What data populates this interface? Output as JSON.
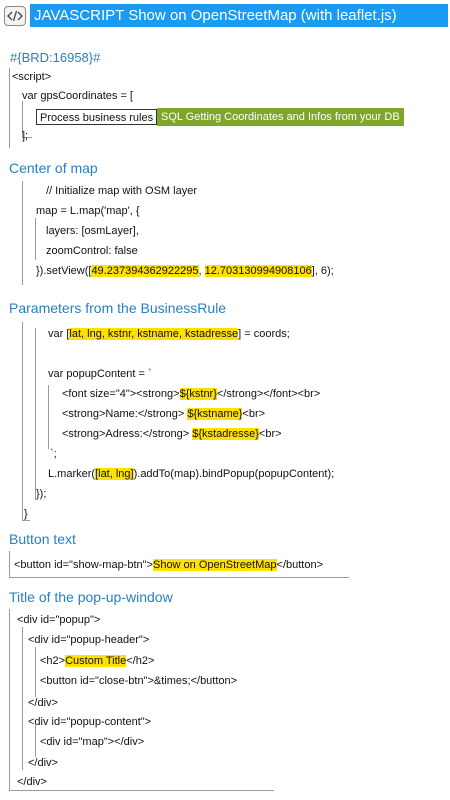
{
  "header": {
    "title": "JAVASCRIPT Show on OpenStreetMap (with leaflet.js)",
    "icon": "code-brackets-icon"
  },
  "brd_id": "#{BRD:16958}#",
  "script_block": {
    "open_tag": "<script>",
    "var_line": "var gpsCoordinates = [",
    "business_rule_box": "Process business rules",
    "business_rule_link": "SQL Getting Coordinates and Infos from your DB",
    "close_line": "];"
  },
  "center_of_map": {
    "heading": "Center of map",
    "lines": [
      "// Initialize map with OSM layer",
      "map = L.map('map', {",
      "layers: [osmLayer],",
      "zoomControl: false",
      "}).setView([",
      "49.237394362922295",
      ", ",
      "12.703130994908106",
      "], 6);"
    ]
  },
  "parameters": {
    "heading": "Parameters from the BusinessRule",
    "var_prefix": "var [",
    "var_params": "lat, lng, kstnr, kstname, kstadresse",
    "var_suffix": "] = coords;",
    "popup_line": "var popupContent = `",
    "font_open": "<font size=\"4\"><strong>",
    "kstnr": "${kstnr}",
    "font_close": "</strong></font><br>",
    "name_open": "<strong>Name:</strong> ",
    "kstname": "${kstname}",
    "name_close": "<br>",
    "adress_open": "<strong>Adress:</strong> ",
    "kstadresse": "${kstadresse}",
    "adress_close": "<br>",
    "backtick_line": "`;",
    "marker_prefix": "L.marker(",
    "marker_param": "[lat, lng]",
    "marker_suffix": ").addTo(map).bindPopup(popupContent);",
    "close1": "});",
    "close2": "}"
  },
  "button_text": {
    "heading": "Button text",
    "prefix": "<button id=\"show-map-btn\">",
    "label": "Show on OpenStreetMap",
    "suffix": "</button>"
  },
  "popup_title": {
    "heading": "Title of the pop-up-window",
    "lines": {
      "l1": "<div id=\"popup\">",
      "l2": "<div id=\"popup-header\">",
      "l3_open": "<h2>",
      "l3_title": "Custom Title",
      "l3_close": "</h2>",
      "l4": "<button id=\"close-btn\">&times;</button>",
      "l5": "</div>",
      "l6": "<div id=\"popup-content\">",
      "l7": "<div id=\"map\"></div>",
      "l8": "</div>",
      "l9": "</div>"
    }
  },
  "colors": {
    "header_bg": "#1a9bf2",
    "section_heading": "#2a7fc1",
    "highlight": "#ffe100",
    "business_rule_link_bg": "#7fa52a"
  }
}
